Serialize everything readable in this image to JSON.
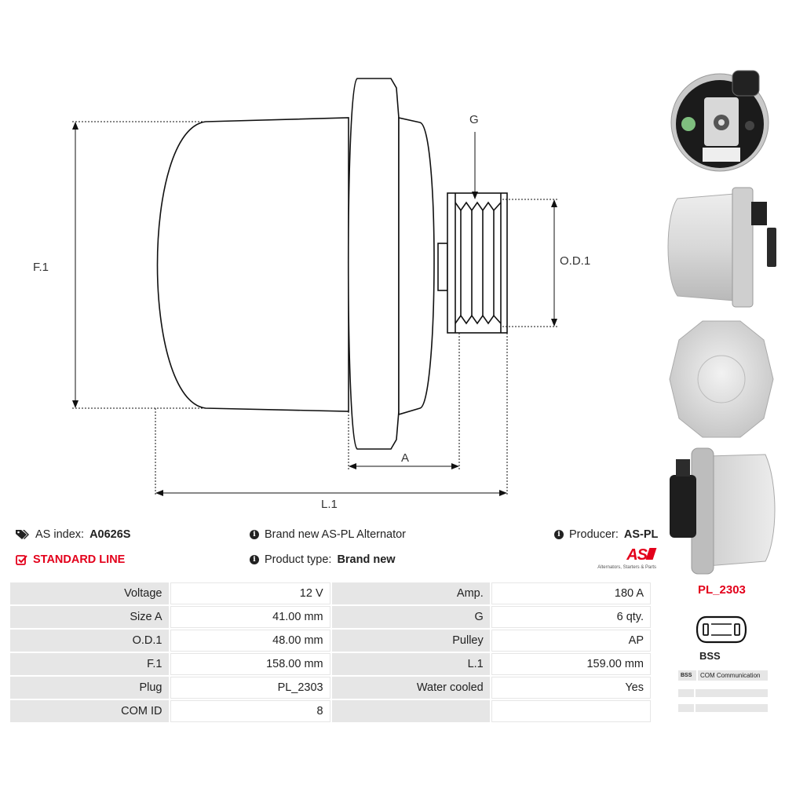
{
  "drawing": {
    "labels": {
      "f1": "F.1",
      "g": "G",
      "od1": "O.D.1",
      "a": "A",
      "l1": "L.1"
    }
  },
  "info": {
    "as_index_label": "AS index:",
    "as_index_value": "A0626S",
    "standard_line": "STANDARD LINE",
    "description": "Brand new AS-PL Alternator",
    "product_type_label": "Product type:",
    "product_type_value": "Brand new",
    "producer_label": "Producer:",
    "producer_value": "AS-PL",
    "logo_text": "AS",
    "logo_tagline": "Alternators, Starters & Parts"
  },
  "specs": [
    {
      "k1": "Voltage",
      "v1": "12 V",
      "k2": "Amp.",
      "v2": "180 A"
    },
    {
      "k1": "Size A",
      "v1": "41.00 mm",
      "k2": "G",
      "v2": "6 qty."
    },
    {
      "k1": "O.D.1",
      "v1": "48.00 mm",
      "k2": "Pulley",
      "v2": "AP"
    },
    {
      "k1": "F.1",
      "v1": "158.00 mm",
      "k2": "L.1",
      "v2": "159.00 mm"
    },
    {
      "k1": "Plug",
      "v1": "PL_2303",
      "k2": "Water cooled",
      "v2": "Yes"
    },
    {
      "k1": "COM ID",
      "v1": "8",
      "k2": "",
      "v2": ""
    }
  ],
  "plug": {
    "code": "PL_2303",
    "connector_label": "BSS",
    "legend": [
      {
        "code": "BSS",
        "desc": "COM Communication"
      },
      {
        "code": "",
        "desc": ""
      },
      {
        "code": "",
        "desc": ""
      }
    ]
  },
  "colors": {
    "accent": "#e3001b",
    "table_key_bg": "#e6e6e6"
  },
  "icons": [
    "tags-icon",
    "info-icon",
    "checkbox-icon"
  ]
}
